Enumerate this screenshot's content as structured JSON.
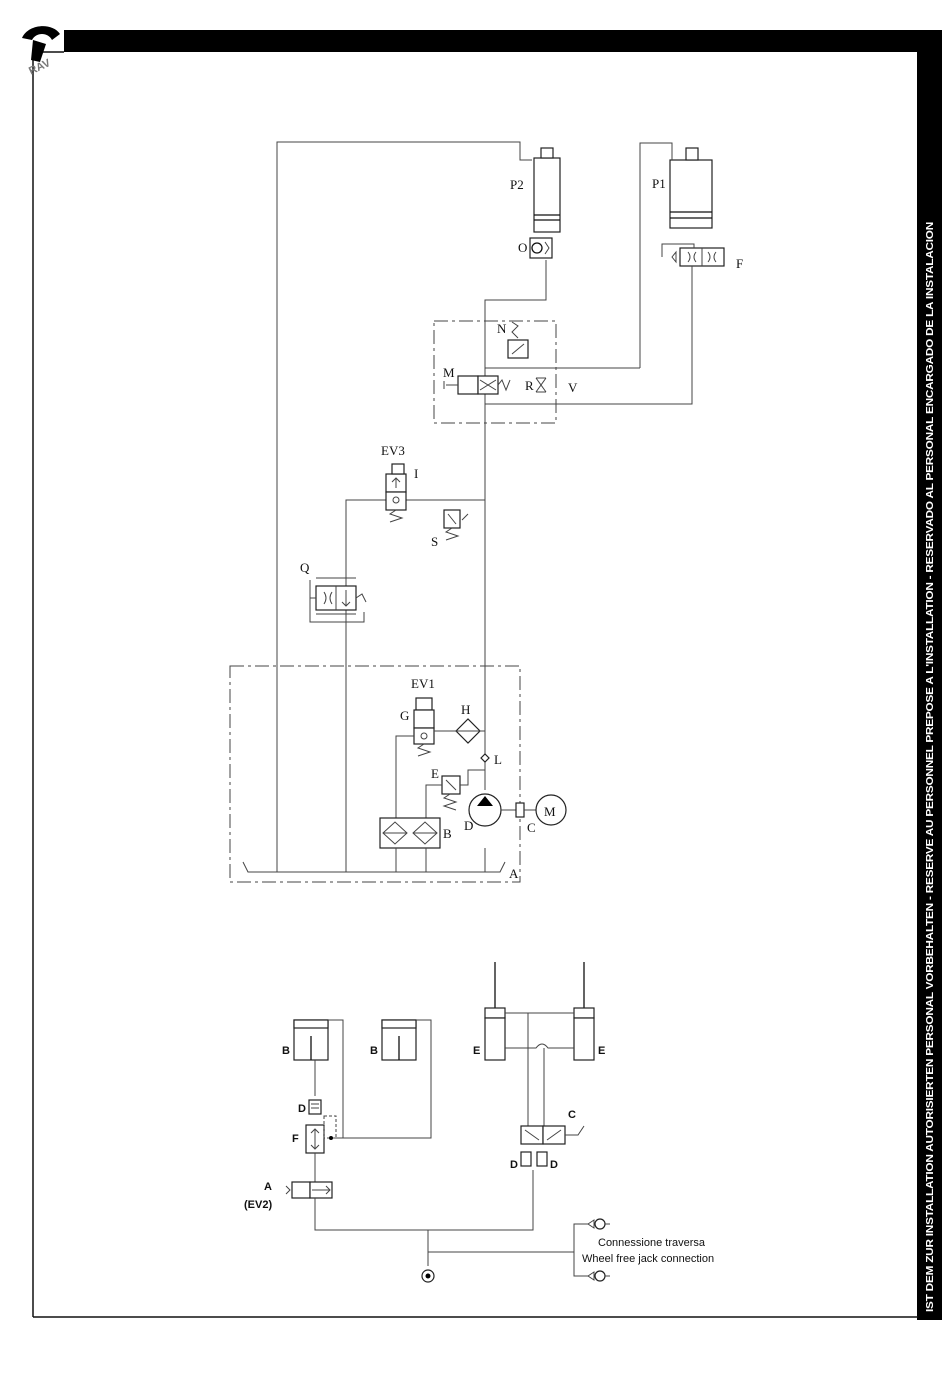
{
  "page": {
    "side_band_text": "IST DEM ZUR INSTALLATION AUTORISIERTEN PERSONAL VORBEHALTEN - RESERVE AU PERSONNEL PREPOSE A L'INSTALLATION - RESERVADO AL PERSONAL ENCARGADO DE LA INSTALACION",
    "logo_text": "RAV"
  },
  "main_diagram": {
    "labels": {
      "P2": "P2",
      "P1": "P1",
      "O": "O",
      "F": "F",
      "N": "N",
      "M": "M",
      "R": "R",
      "V": "V",
      "EV3": "EV3",
      "I": "I",
      "S": "S",
      "Q": "Q",
      "EV1": "EV1",
      "G": "G",
      "H": "H",
      "L": "L",
      "E": "E",
      "D": "D",
      "B": "B",
      "C": "C",
      "A": "A",
      "motor": "M"
    }
  },
  "lower_diagram": {
    "labels": {
      "B_left": "B",
      "B_right": "B",
      "E_left": "E",
      "E_right": "E",
      "D_left": "D",
      "F": "F",
      "C": "C",
      "D_c1": "D",
      "D_c2": "D",
      "A": "A",
      "EV2": "(EV2)"
    },
    "connection_it": "Connessione traversa",
    "connection_en": "Wheel free jack connection"
  }
}
